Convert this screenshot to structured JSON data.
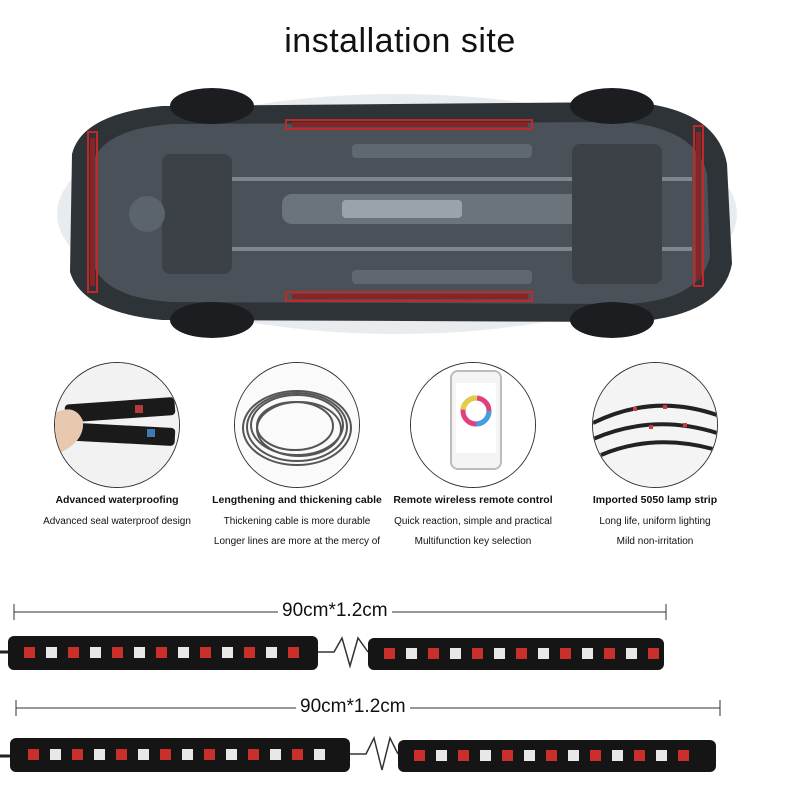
{
  "title": "installation site",
  "features": [
    {
      "icon": "waterproof-strip-in-hand",
      "title": "Advanced waterproofing",
      "lines": [
        "Advanced seal waterproof design"
      ]
    },
    {
      "icon": "coiled-cable",
      "title": "Lengthening and thickening cable",
      "lines": [
        "Thickening cable is more durable",
        "Longer lines are more at the mercy of"
      ]
    },
    {
      "icon": "phone-app-color-wheel",
      "title": "Remote wireless remote control",
      "lines": [
        "Quick reaction, simple and practical",
        "Multifunction key selection"
      ]
    },
    {
      "icon": "coiled-lamp-strip",
      "title": "Imported 5050 lamp strip",
      "lines": [
        "Long life, uniform lighting",
        "Mild non-irritation"
      ]
    }
  ],
  "strips": [
    {
      "dimension": "90cm*1.2cm"
    },
    {
      "dimension": "90cm*1.2cm"
    }
  ],
  "colors": {
    "marker_red": "#c0282a",
    "strip_body": "#151515",
    "led_red": "#c9302c"
  }
}
